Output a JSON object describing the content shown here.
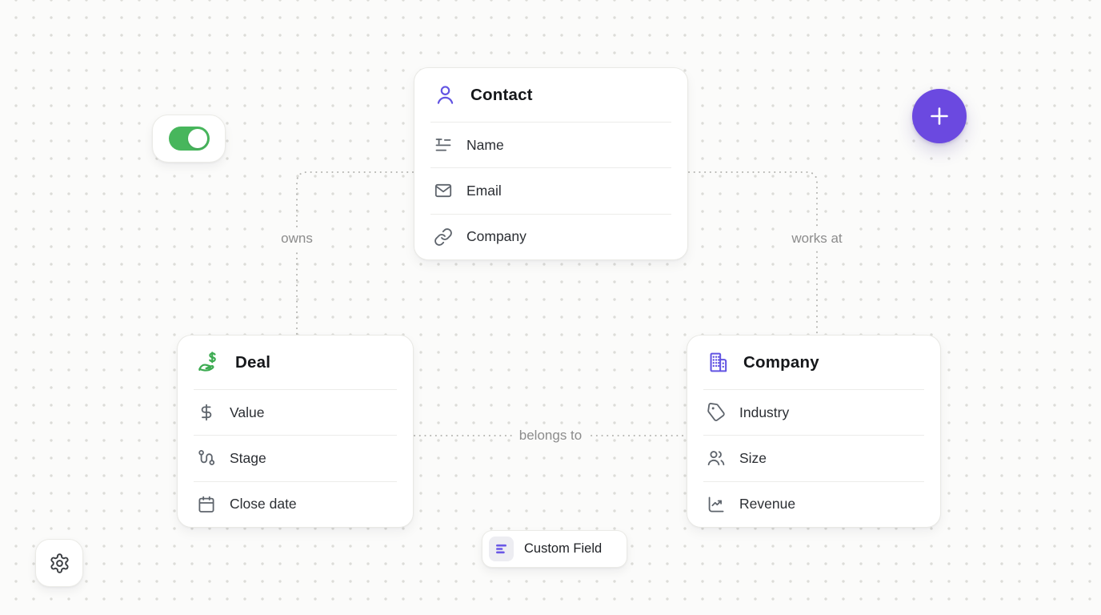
{
  "theme": {
    "background": "#fbfbfa",
    "dot_color": "#dcdcd8",
    "accent_purple": "#6b49e0",
    "icon_purple": "#6254e2",
    "green": "#43b258",
    "connector_gray": "#b4b4b0",
    "label_gray": "#8c8c8c"
  },
  "entities": [
    {
      "id": "contact",
      "title": "Contact",
      "icon": "user-icon",
      "fields": [
        {
          "icon": "text-icon",
          "label": "Name"
        },
        {
          "icon": "mail-icon",
          "label": "Email"
        },
        {
          "icon": "link-icon",
          "label": "Company"
        }
      ]
    },
    {
      "id": "deal",
      "title": "Deal",
      "icon": "hand-coins-icon",
      "fields": [
        {
          "icon": "dollar-icon",
          "label": "Value"
        },
        {
          "icon": "route-icon",
          "label": "Stage"
        },
        {
          "icon": "calendar-icon",
          "label": "Close date"
        }
      ]
    },
    {
      "id": "company",
      "title": "Company",
      "icon": "building-icon",
      "fields": [
        {
          "icon": "tag-icon",
          "label": "Industry"
        },
        {
          "icon": "users-icon",
          "label": "Size"
        },
        {
          "icon": "chart-line-icon",
          "label": "Revenue"
        }
      ]
    }
  ],
  "connections": [
    {
      "from": "Contact",
      "to": "Deal",
      "label": "owns"
    },
    {
      "from": "Contact",
      "to": "Company",
      "label": "works at"
    },
    {
      "from": "Deal",
      "to": "Company",
      "label": "belongs to"
    }
  ],
  "controls": {
    "toggle": {
      "name": "toggle",
      "state": "on"
    },
    "add_button": {
      "icon": "plus-icon"
    },
    "settings_button": {
      "icon": "gear-icon"
    },
    "custom_field_chip": {
      "icon": "field-lines-icon",
      "label": "Custom Field"
    }
  }
}
